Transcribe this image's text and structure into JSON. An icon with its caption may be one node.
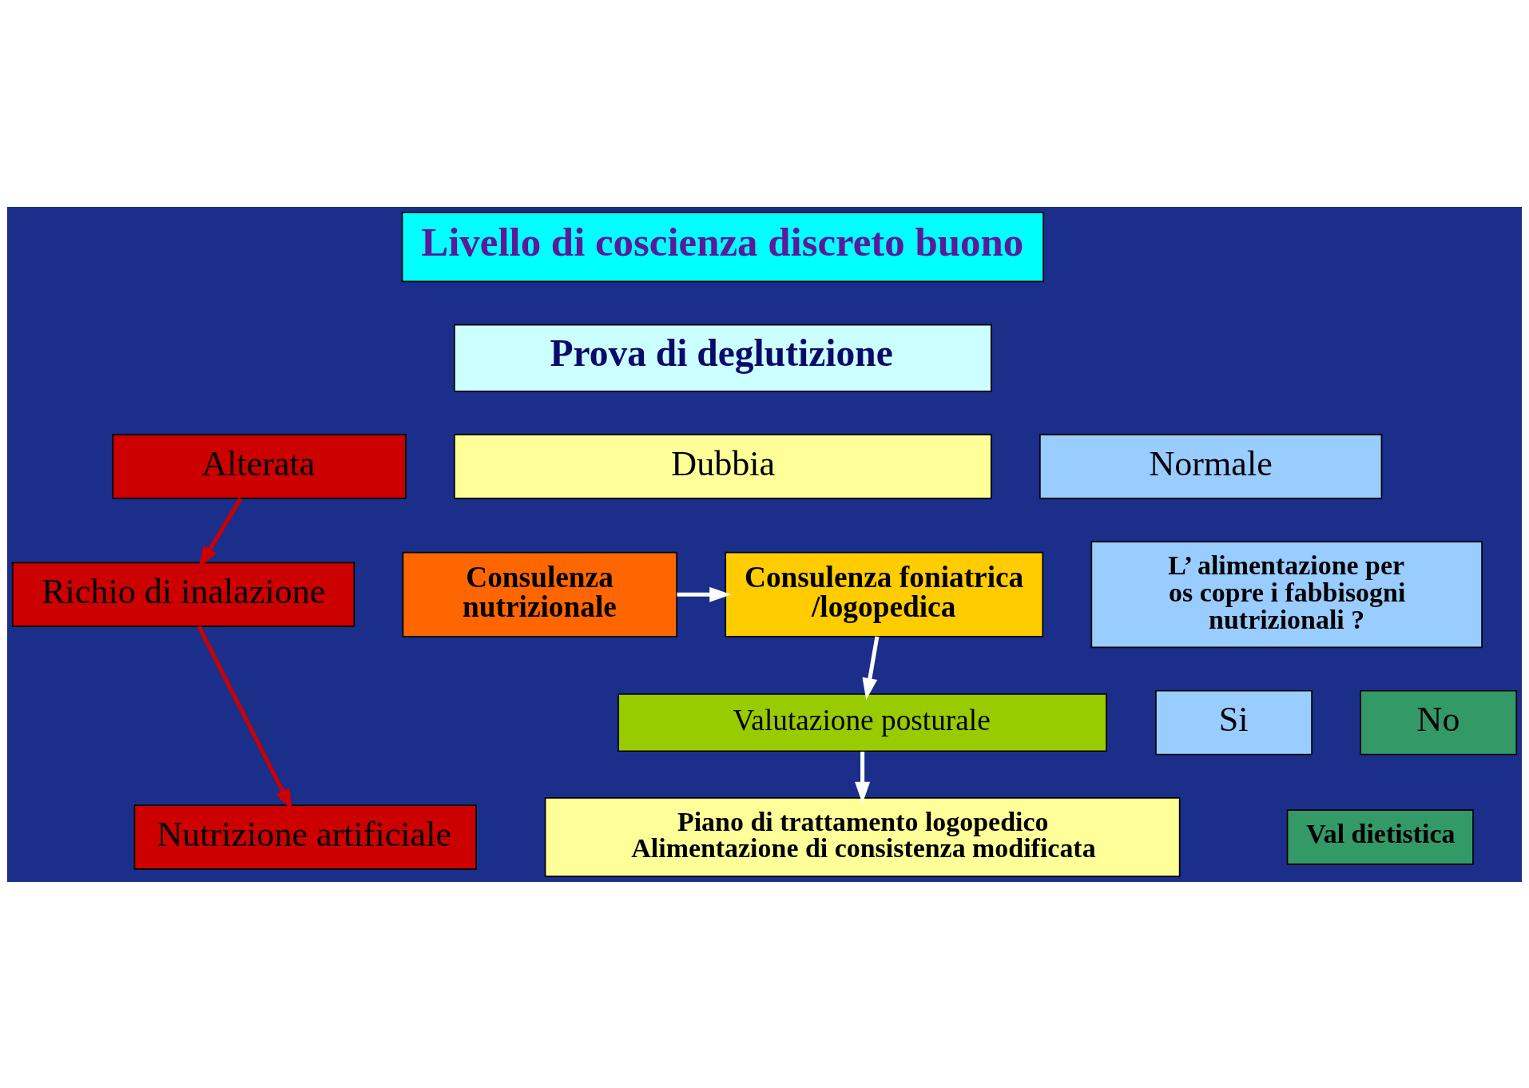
{
  "diagram": {
    "nodes": [
      {
        "text": [
          "Livello di coscienza discreto buono"
        ]
      },
      {
        "text": [
          "Prova di deglutizione"
        ]
      },
      {
        "text": [
          "Alterata"
        ]
      },
      {
        "text": [
          "Dubbia"
        ]
      },
      {
        "text": [
          "Normale"
        ]
      },
      {
        "text": [
          "Richio di inalazione"
        ]
      },
      {
        "text": [
          "Nutrizione artificiale"
        ]
      },
      {
        "text": [
          "Consulenza nutrizionale"
        ]
      },
      {
        "text": [
          "Consulenza foniatrica /logopedica"
        ]
      },
      {
        "text": [
          "Valutazione posturale"
        ]
      },
      {
        "text": [
          "Piano di trattamento logopedico",
          "Alimentazione di consistenza modificata"
        ]
      },
      {
        "text": [
          "L’ alimentazione per os copre i fabbisogni nutrizionali ?"
        ]
      },
      {
        "text": [
          "Si"
        ]
      },
      {
        "text": [
          "No"
        ]
      },
      {
        "text": [
          "Val dietistica"
        ]
      }
    ],
    "edges": [
      {
        "from": 2,
        "to": 5,
        "arrow": "to",
        "color": "#cc0000"
      },
      {
        "from": 5,
        "to": 6,
        "arrow": "to",
        "color": "#cc0000"
      },
      {
        "from": 7,
        "to": 8,
        "arrow": "to"
      },
      {
        "from": 8,
        "to": 9,
        "arrow": "to"
      },
      {
        "from": 9,
        "to": 10,
        "arrow": "to"
      }
    ]
  }
}
